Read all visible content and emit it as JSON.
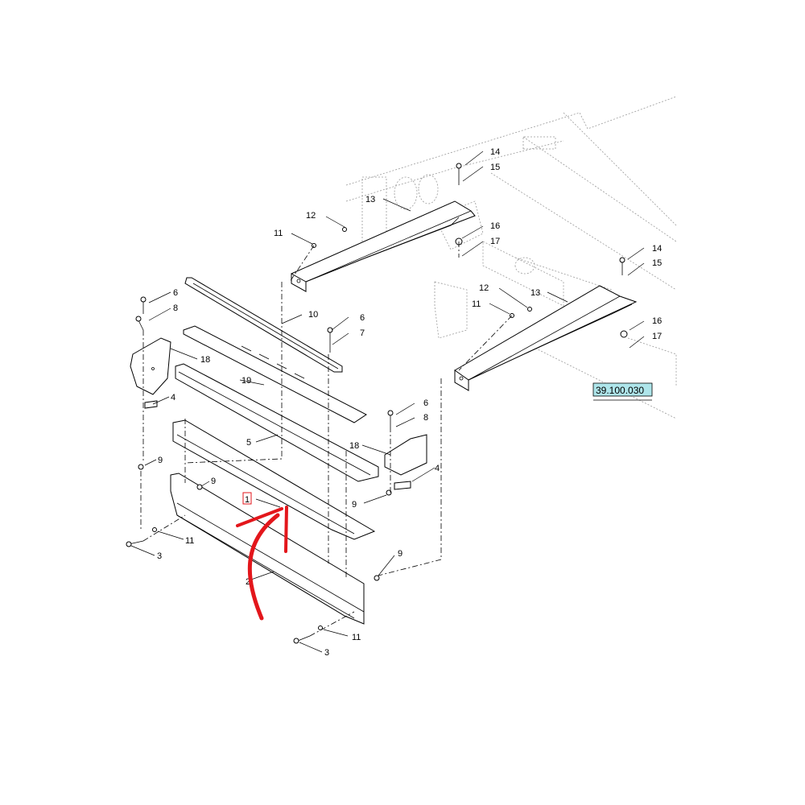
{
  "reference_code": "39.100.030",
  "highlight_color": "#e3161b",
  "ref_fill_color": "#aee5ea",
  "callouts": {
    "c1": "1",
    "c2": "2",
    "c3a": "3",
    "c3b": "3",
    "c4a": "4",
    "c4b": "4",
    "c5": "5",
    "c6a": "6",
    "c6b": "6",
    "c6c": "6",
    "c7": "7",
    "c8a": "8",
    "c8b": "8",
    "c9a": "9",
    "c9b": "9",
    "c9c": "9",
    "c9d": "9",
    "c10": "10",
    "c11a": "11",
    "c11b": "11",
    "c11c": "11",
    "c11d": "11",
    "c12a": "12",
    "c12b": "12",
    "c13a": "13",
    "c13b": "13",
    "c14a": "14",
    "c14b": "14",
    "c15a": "15",
    "c15b": "15",
    "c16a": "16",
    "c16b": "16",
    "c17a": "17",
    "c17b": "17",
    "c18a": "18",
    "c18b": "18",
    "c19": "19"
  }
}
